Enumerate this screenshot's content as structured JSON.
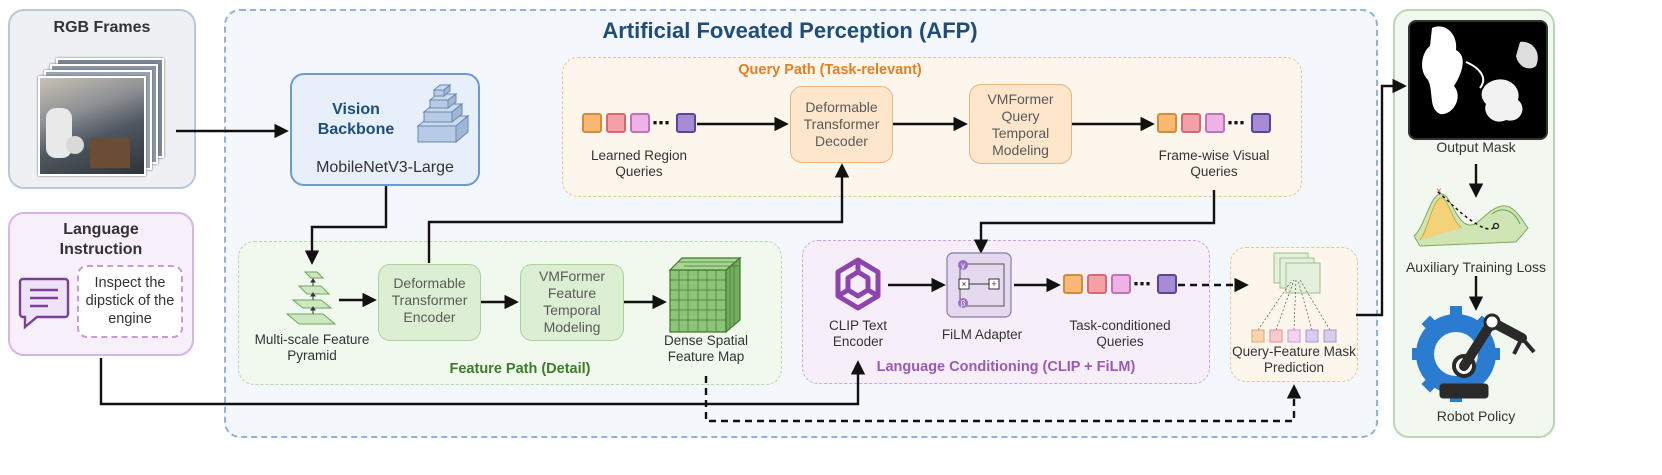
{
  "title": "Artificial Foveated Perception (AFP)",
  "inputs": {
    "rgb_title": "RGB Frames",
    "lang_title": "Language Instruction",
    "instruction": "Inspect the dipstick of the engine"
  },
  "backbone": {
    "title": "Vision Backbone",
    "name": "MobileNetV3-Large"
  },
  "query_path": {
    "title": "Query Path (Task-relevant)",
    "learned_queries": "Learned Region Queries",
    "decoder": "Deformable Transformer Decoder",
    "temporal": "VMFormer Query Temporal Modeling",
    "framewise": "Frame-wise Visual Queries"
  },
  "feature_path": {
    "title": "Feature Path (Detail)",
    "pyramid": "Multi-scale Feature Pyramid",
    "encoder": "Deformable Transformer Encoder",
    "temporal": "VMFormer Feature Temporal Modeling",
    "dense": "Dense Spatial Feature Map"
  },
  "language": {
    "title": "Language Conditioning (CLIP + FiLM)",
    "clip": "CLIP Text Encoder",
    "film": "FiLM Adapter",
    "task_queries": "Task-conditioned Queries"
  },
  "mask_prediction": "Query-Feature Mask Prediction",
  "outputs": {
    "mask": "Output Mask",
    "aux_loss": "Auxiliary Training Loss",
    "policy": "Robot Policy"
  },
  "colors": {
    "afp_border": "#8fb3d9",
    "query_panel": "#fdf6ec",
    "feature_panel": "#f1f8ee",
    "language_panel": "#f6effa",
    "title_blue": "#1e4d7b",
    "query_title": "#e67e22",
    "feature_title": "#3b7d2a",
    "language_title": "#9b59b6",
    "token_orange": "#f7b878",
    "token_red": "#f4a0a6",
    "token_pink": "#efb2e6",
    "token_purple": "#a78bd4"
  }
}
